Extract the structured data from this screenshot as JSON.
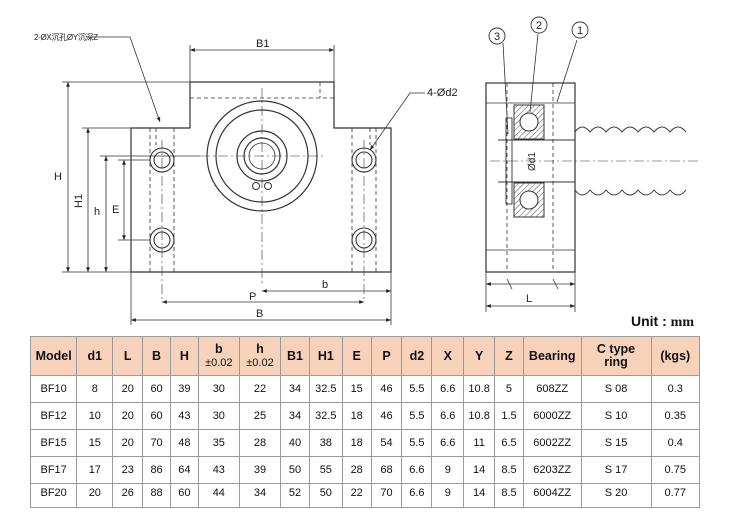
{
  "drawing": {
    "labels": {
      "counterbore": "2-ØX沉孔ØY沉深Z",
      "b1": "B1",
      "holes": "4-Ød2",
      "h": "H",
      "h1": "H1",
      "h_small": "h",
      "e": "E",
      "p": "P",
      "b_small": "b",
      "b": "B",
      "d1": "Ød1",
      "l": "L",
      "callout_1": "1",
      "callout_2": "2",
      "callout_3": "3"
    }
  },
  "unit": {
    "label": "Unit :",
    "value": "mm"
  },
  "table": {
    "headers": {
      "model": "Model",
      "d1": "d1",
      "L": "L",
      "B": "B",
      "H": "H",
      "b_top": "b",
      "b_tol": "±0.02",
      "h_top": "h",
      "h_tol": "±0.02",
      "B1": "B1",
      "H1": "H1",
      "E": "E",
      "P": "P",
      "d2": "d2",
      "X": "X",
      "Y": "Y",
      "Z": "Z",
      "bearing": "Bearing",
      "ring_top": "C type",
      "ring_bottom": "ring",
      "kgs": "(kgs)"
    },
    "rows": [
      {
        "model": "BF10",
        "d1": "8",
        "L": "20",
        "B": "60",
        "H": "39",
        "b": "30",
        "h": "22",
        "B1": "34",
        "H1": "32.5",
        "E": "15",
        "P": "46",
        "d2": "5.5",
        "X": "6.6",
        "Y": "10.8",
        "Z": "5",
        "bearing": "608ZZ",
        "ring": "S 08",
        "kgs": "0.3"
      },
      {
        "model": "BF12",
        "d1": "10",
        "L": "20",
        "B": "60",
        "H": "43",
        "b": "30",
        "h": "25",
        "B1": "34",
        "H1": "32.5",
        "E": "18",
        "P": "46",
        "d2": "5.5",
        "X": "6.6",
        "Y": "10.8",
        "Z": "1.5",
        "bearing": "6000ZZ",
        "ring": "S 10",
        "kgs": "0.35"
      },
      {
        "model": "BF15",
        "d1": "15",
        "L": "20",
        "B": "70",
        "H": "48",
        "b": "35",
        "h": "28",
        "B1": "40",
        "H1": "38",
        "E": "18",
        "P": "54",
        "d2": "5.5",
        "X": "6.6",
        "Y": "11",
        "Z": "6.5",
        "bearing": "6002ZZ",
        "ring": "S 15",
        "kgs": "0.4"
      },
      {
        "model": "BF17",
        "d1": "17",
        "L": "23",
        "B": "86",
        "H": "64",
        "b": "43",
        "h": "39",
        "B1": "50",
        "H1": "55",
        "E": "28",
        "P": "68",
        "d2": "6.6",
        "X": "9",
        "Y": "14",
        "Z": "8.5",
        "bearing": "6203ZZ",
        "ring": "S 17",
        "kgs": "0.75"
      },
      {
        "model": "BF20",
        "d1": "20",
        "L": "26",
        "B": "88",
        "H": "60",
        "b": "44",
        "h": "34",
        "B1": "52",
        "H1": "50",
        "E": "22",
        "P": "70",
        "d2": "6.6",
        "X": "9",
        "Y": "14",
        "Z": "8.5",
        "bearing": "6004ZZ",
        "ring": "S 20",
        "kgs": "0.77"
      }
    ]
  }
}
